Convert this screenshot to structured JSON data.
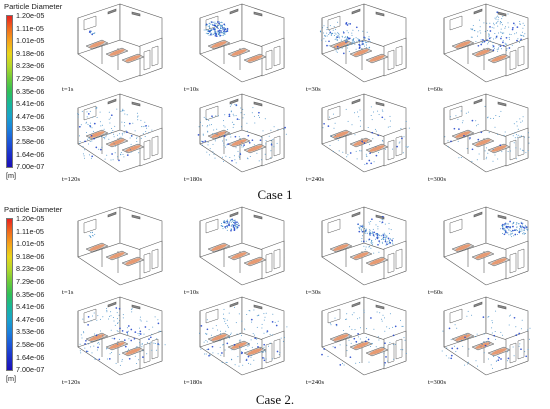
{
  "legend": {
    "title": "Particle Diameter",
    "ticks": [
      "1.20e-05",
      "1.11e-05",
      "1.01e-05",
      "9.18e-06",
      "8.23e-06",
      "7.29e-06",
      "6.35e-06",
      "5.41e-06",
      "4.47e-06",
      "3.53e-06",
      "2.58e-06",
      "1.64e-06",
      "7.00e-07"
    ],
    "unit": "[m]",
    "colors": [
      "#e8231f",
      "#f06a1d",
      "#f5a41c",
      "#ead61b",
      "#b3d72c",
      "#6cca3a",
      "#2fbf58",
      "#18b69a",
      "#1aa2cc",
      "#1b80dc",
      "#1c56d8",
      "#1b2fc9",
      "#1b0fb8"
    ]
  },
  "colors": {
    "room_line": "#5a5a5a",
    "bed": "#cfcfcf",
    "body": "#e79a72",
    "particle": "#2a7fc0"
  },
  "cases": [
    {
      "caption": "Case 1",
      "frames": [
        {
          "label": "t=1s",
          "cloud": "source"
        },
        {
          "label": "t=10s",
          "cloud": "plume-left"
        },
        {
          "label": "t=30s",
          "cloud": "stream-mid"
        },
        {
          "label": "t=60s",
          "cloud": "spread-right"
        },
        {
          "label": "t=120s",
          "cloud": "dispersed-left"
        },
        {
          "label": "t=180s",
          "cloud": "dispersed"
        },
        {
          "label": "t=240s",
          "cloud": "sparse"
        },
        {
          "label": "t=300s",
          "cloud": "sparse"
        }
      ]
    },
    {
      "caption": "Case 2.",
      "frames": [
        {
          "label": "t=1s",
          "cloud": "source"
        },
        {
          "label": "t=10s",
          "cloud": "plume-mid"
        },
        {
          "label": "t=30s",
          "cloud": "stream-right"
        },
        {
          "label": "t=60s",
          "cloud": "plume-far-right"
        },
        {
          "label": "t=120s",
          "cloud": "dispersed"
        },
        {
          "label": "t=180s",
          "cloud": "dispersed"
        },
        {
          "label": "t=240s",
          "cloud": "sparse"
        },
        {
          "label": "t=300s",
          "cloud": "sparse"
        }
      ]
    }
  ]
}
